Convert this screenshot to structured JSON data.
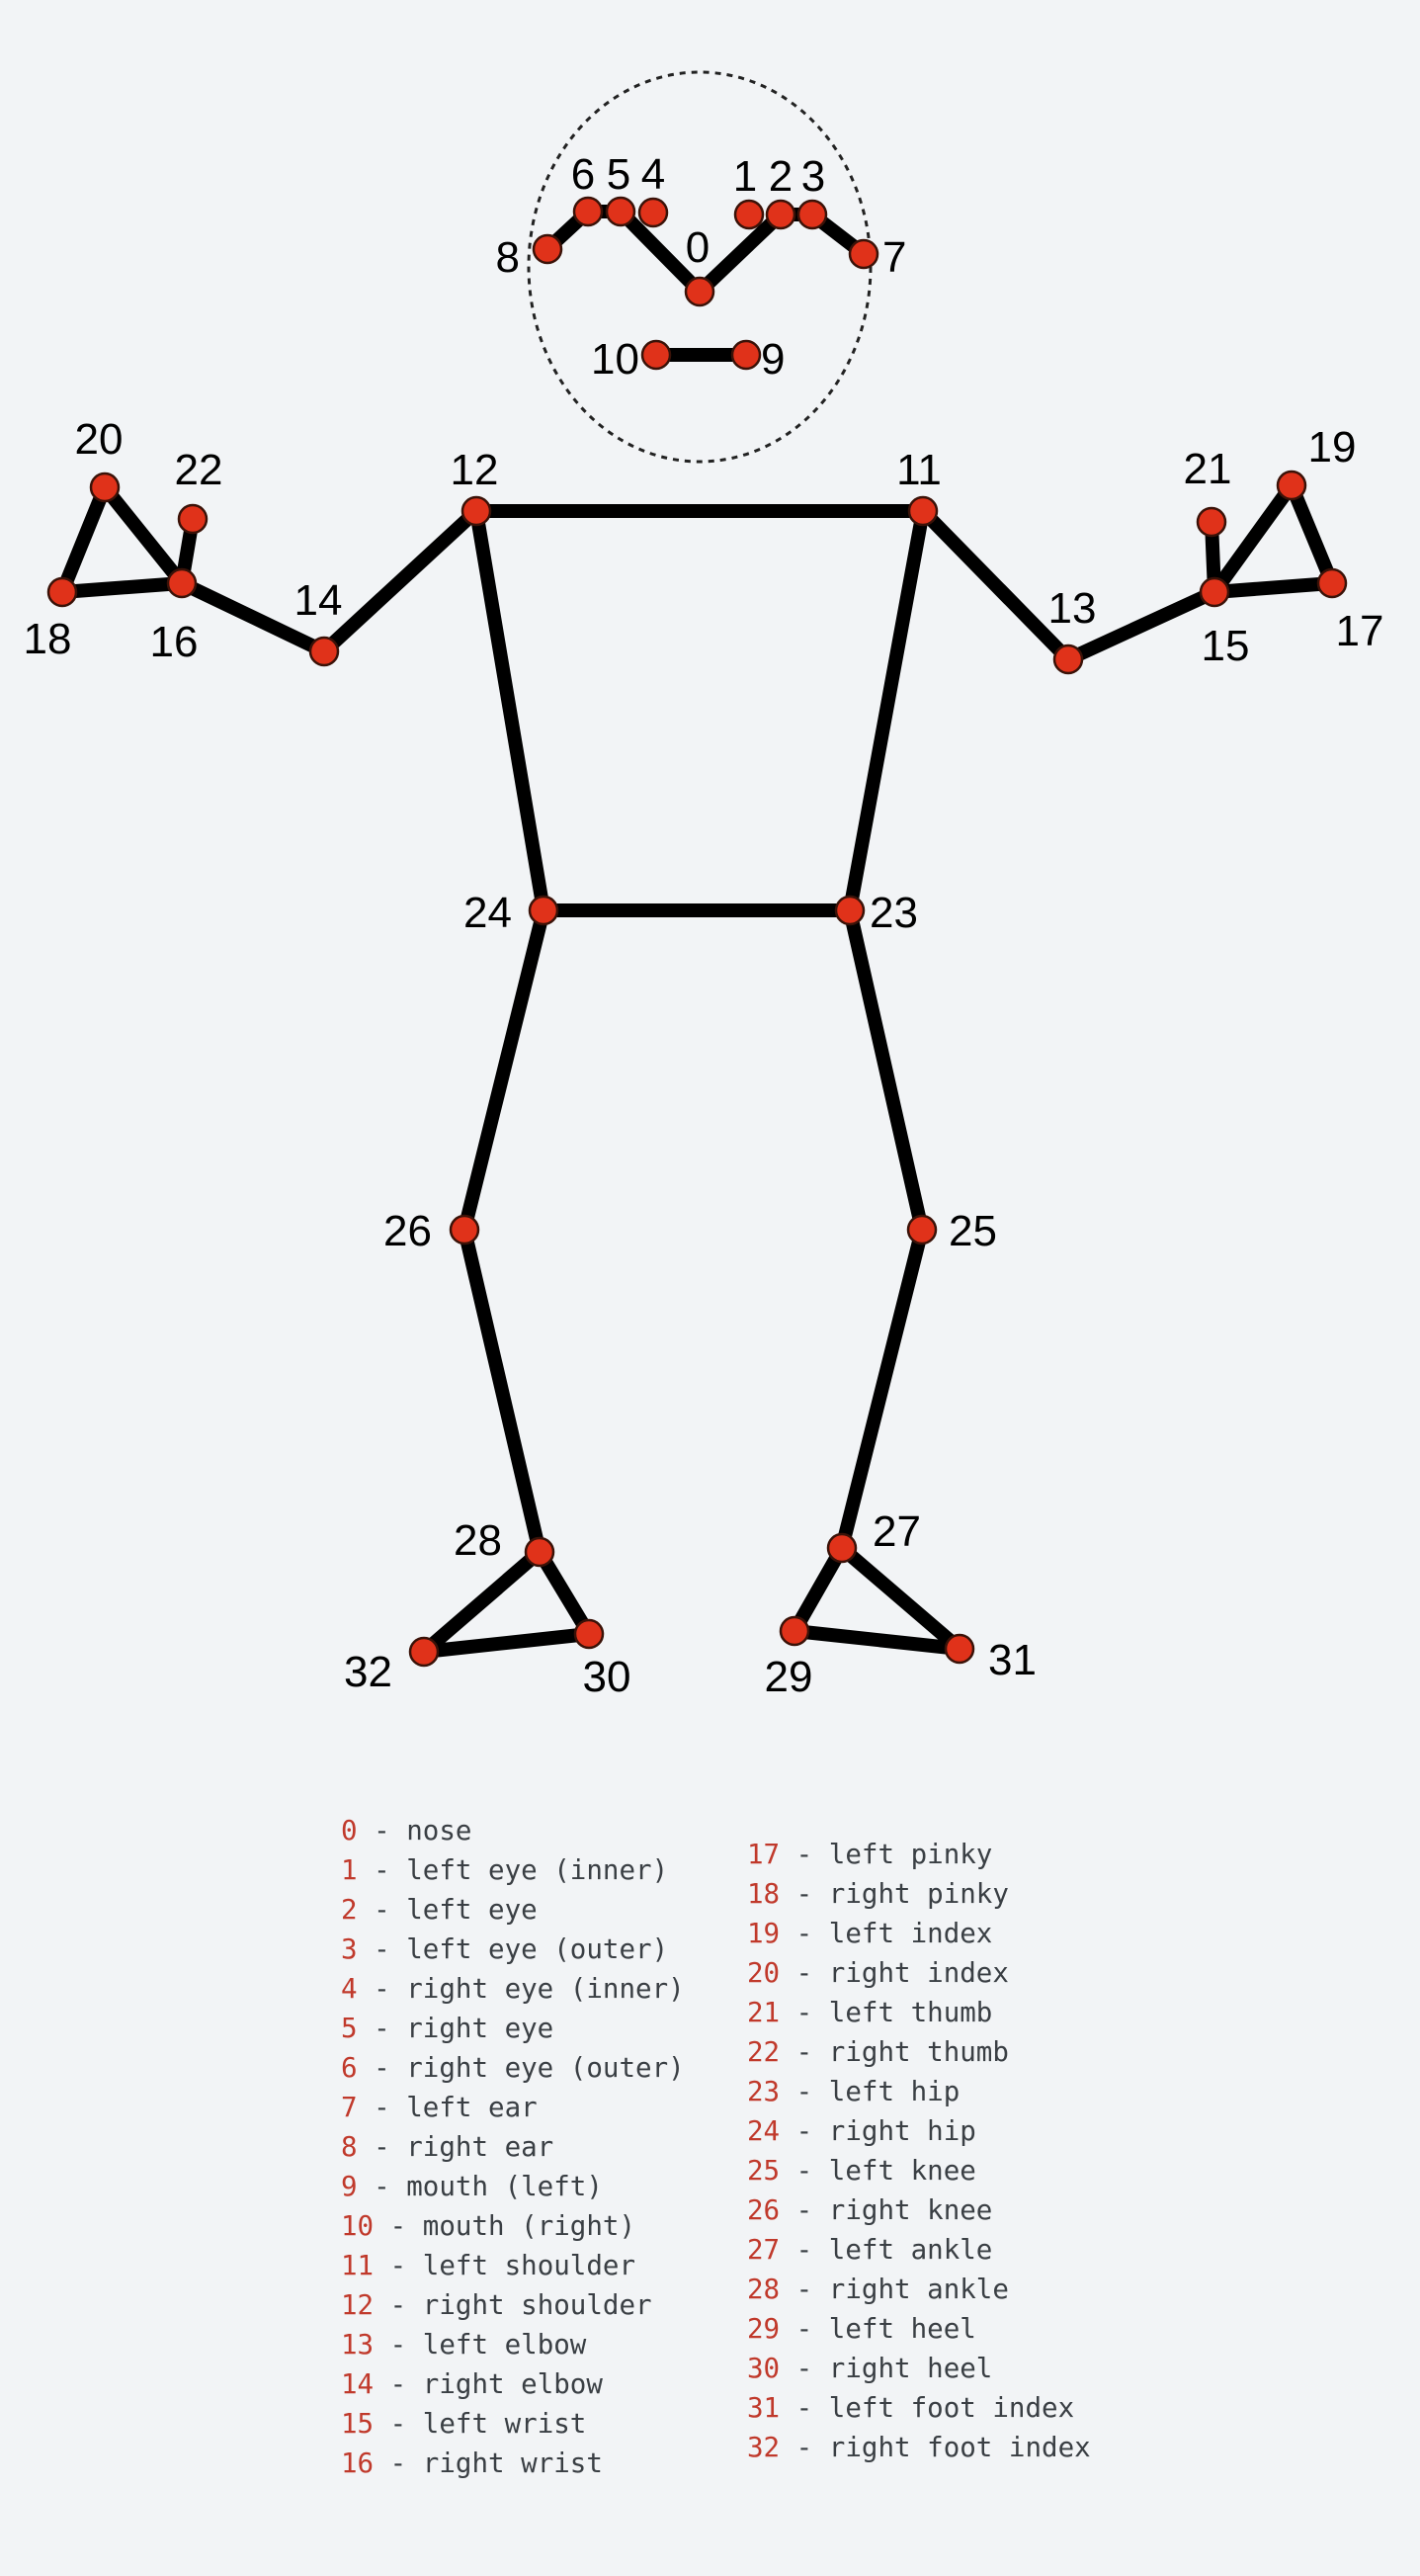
{
  "colors": {
    "background": "#f2f4f6",
    "bone": "#000000",
    "joint": "#e0321a",
    "legend_index": "#c0392b",
    "legend_text": "#3a3f44"
  },
  "landmarks": [
    {
      "id": "0",
      "name": "nose"
    },
    {
      "id": "1",
      "name": "left eye (inner)"
    },
    {
      "id": "2",
      "name": "left eye"
    },
    {
      "id": "3",
      "name": "left eye (outer)"
    },
    {
      "id": "4",
      "name": "right eye (inner)"
    },
    {
      "id": "5",
      "name": "right eye"
    },
    {
      "id": "6",
      "name": "right eye (outer)"
    },
    {
      "id": "7",
      "name": "left ear"
    },
    {
      "id": "8",
      "name": "right ear"
    },
    {
      "id": "9",
      "name": "mouth (left)"
    },
    {
      "id": "10",
      "name": "mouth (right)"
    },
    {
      "id": "11",
      "name": "left shoulder"
    },
    {
      "id": "12",
      "name": "right shoulder"
    },
    {
      "id": "13",
      "name": "left elbow"
    },
    {
      "id": "14",
      "name": "right elbow"
    },
    {
      "id": "15",
      "name": "left wrist"
    },
    {
      "id": "16",
      "name": "right wrist"
    },
    {
      "id": "17",
      "name": "left pinky"
    },
    {
      "id": "18",
      "name": "right pinky"
    },
    {
      "id": "19",
      "name": "left index"
    },
    {
      "id": "20",
      "name": "right index"
    },
    {
      "id": "21",
      "name": "left thumb"
    },
    {
      "id": "22",
      "name": "right thumb"
    },
    {
      "id": "23",
      "name": "left hip"
    },
    {
      "id": "24",
      "name": "right hip"
    },
    {
      "id": "25",
      "name": "left knee"
    },
    {
      "id": "26",
      "name": "right knee"
    },
    {
      "id": "27",
      "name": "left ankle"
    },
    {
      "id": "28",
      "name": "right ankle"
    },
    {
      "id": "29",
      "name": "left heel"
    },
    {
      "id": "30",
      "name": "right heel"
    },
    {
      "id": "31",
      "name": "left foot index"
    },
    {
      "id": "32",
      "name": "right foot index"
    }
  ],
  "connections": [
    [
      8,
      6
    ],
    [
      6,
      5
    ],
    [
      5,
      0
    ],
    [
      0,
      2
    ],
    [
      2,
      3
    ],
    [
      3,
      7
    ],
    [
      10,
      9
    ],
    [
      12,
      11
    ],
    [
      12,
      24
    ],
    [
      11,
      23
    ],
    [
      24,
      23
    ],
    [
      12,
      14
    ],
    [
      14,
      16
    ],
    [
      16,
      18
    ],
    [
      18,
      20
    ],
    [
      20,
      16
    ],
    [
      16,
      22
    ],
    [
      11,
      13
    ],
    [
      13,
      15
    ],
    [
      15,
      17
    ],
    [
      17,
      19
    ],
    [
      19,
      15
    ],
    [
      15,
      21
    ],
    [
      24,
      26
    ],
    [
      26,
      28
    ],
    [
      28,
      30
    ],
    [
      30,
      32
    ],
    [
      32,
      28
    ],
    [
      23,
      25
    ],
    [
      25,
      27
    ],
    [
      27,
      29
    ],
    [
      29,
      31
    ],
    [
      31,
      27
    ]
  ]
}
